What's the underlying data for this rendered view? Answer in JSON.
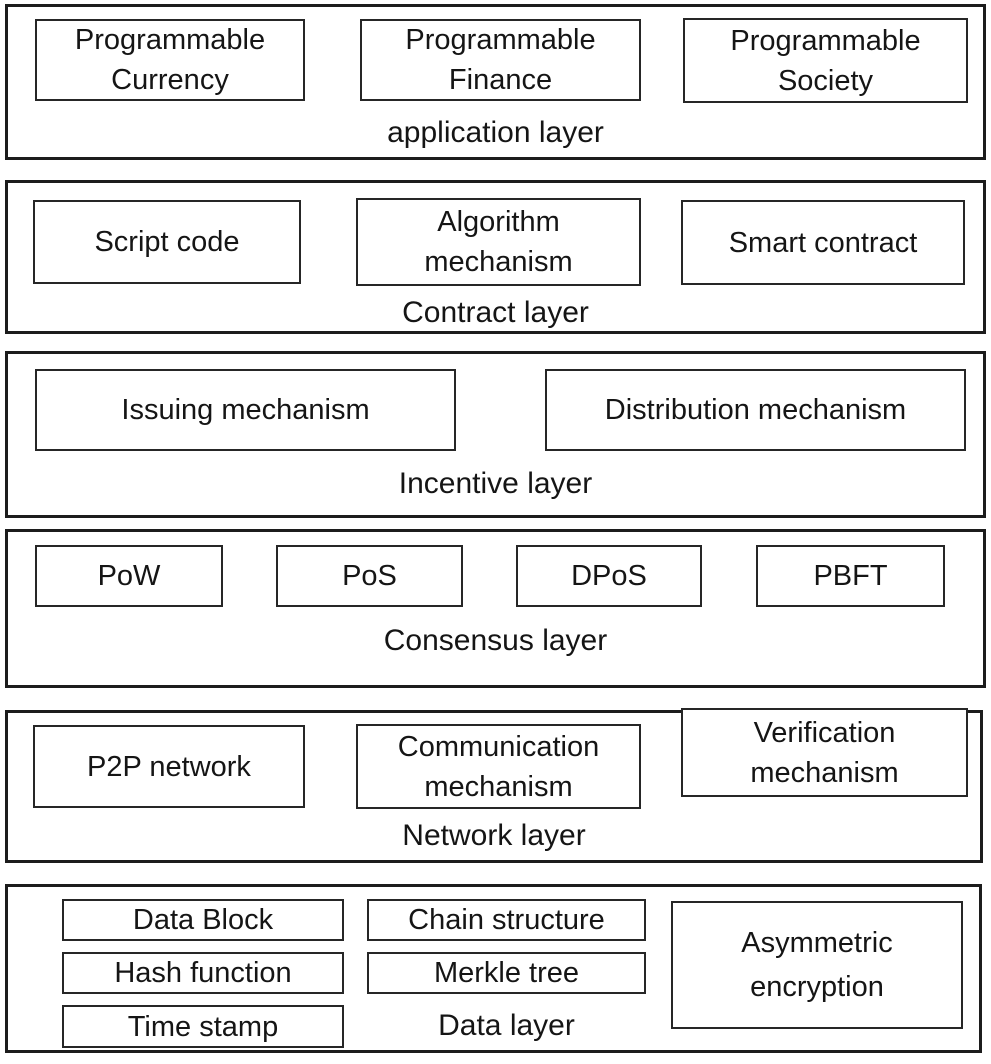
{
  "colors": {
    "border": "#1c1c1c",
    "box_border": "#262626",
    "background": "#ffffff",
    "text": "#151515"
  },
  "layers": [
    {
      "name": "application layer",
      "boxes": [
        {
          "label": "Programmable\nCurrency"
        },
        {
          "label": "Programmable\nFinance"
        },
        {
          "label": "Programmable\nSociety"
        }
      ]
    },
    {
      "name": "Contract layer",
      "boxes": [
        {
          "label": "Script code"
        },
        {
          "label": "Algorithm\nmechanism"
        },
        {
          "label": "Smart contract"
        }
      ]
    },
    {
      "name": "Incentive layer",
      "boxes": [
        {
          "label": "Issuing mechanism"
        },
        {
          "label": "Distribution mechanism"
        }
      ]
    },
    {
      "name": "Consensus layer",
      "boxes": [
        {
          "label": "PoW"
        },
        {
          "label": "PoS"
        },
        {
          "label": "DPoS"
        },
        {
          "label": "PBFT"
        }
      ]
    },
    {
      "name": "Network layer",
      "boxes": [
        {
          "label": "P2P network"
        },
        {
          "label": "Communication\nmechanism"
        },
        {
          "label": "Verification\nmechanism"
        }
      ]
    },
    {
      "name": "Data layer",
      "boxes": [
        {
          "label": "Data Block"
        },
        {
          "label": "Hash function"
        },
        {
          "label": "Time stamp"
        },
        {
          "label": "Chain structure"
        },
        {
          "label": "Merkle tree"
        },
        {
          "label": "Asymmetric\nencryption"
        }
      ]
    }
  ]
}
